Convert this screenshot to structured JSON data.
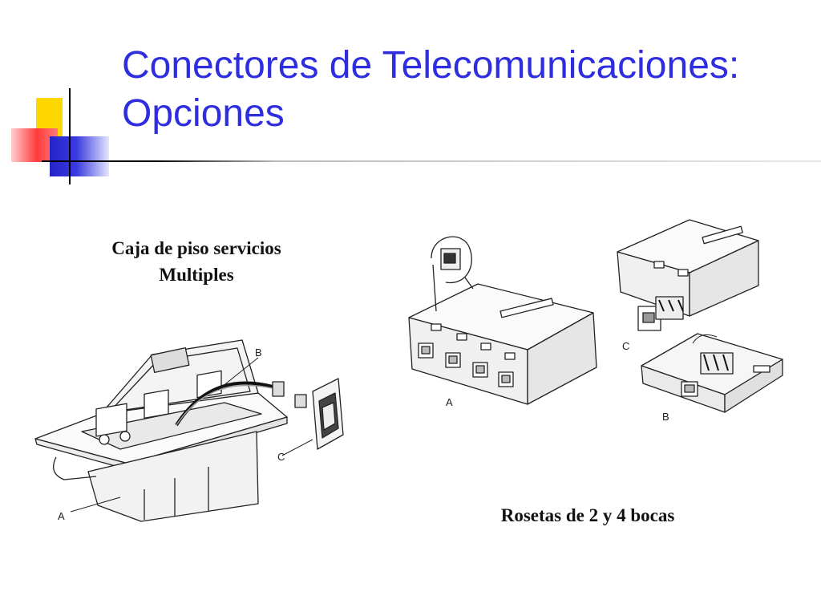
{
  "title": {
    "line1": "Conectores de Telecomunicaciones:",
    "line2": "Opciones"
  },
  "floor_box": {
    "caption_line1": "Caja de piso servicios",
    "caption_line2": "Multiples",
    "labels": {
      "a": "A",
      "b": "B",
      "c": "C"
    }
  },
  "rosettes": {
    "caption": "Rosetas de 2 y 4 bocas",
    "labels": {
      "a": "A",
      "b": "B",
      "c": "C"
    }
  },
  "colors": {
    "title": "#2e2ee0",
    "accent_yellow": "#ffd700",
    "accent_red": "#ff3b3b",
    "accent_blue": "#2323c8"
  }
}
